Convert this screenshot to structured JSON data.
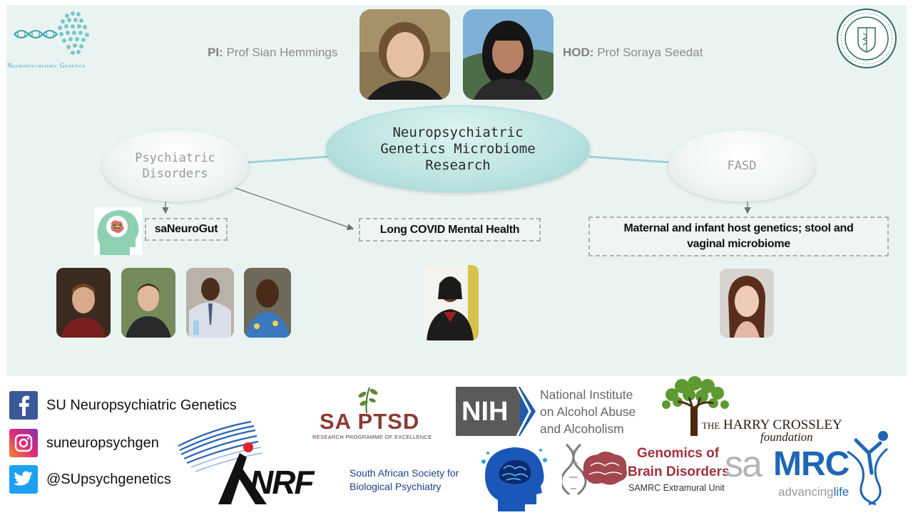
{
  "header": {
    "logo_text": "Neuropsychiatric Genetics",
    "pi_label": "PI:",
    "pi_name": "Prof Sian Hemmings",
    "hod_label": "HOD:",
    "hod_name": "Prof Soraya Seedat"
  },
  "diagram": {
    "center": [
      "Neuropsychiatric",
      "Genetics Microbiome",
      "Research"
    ],
    "left": [
      "Psychiatric",
      "Disorders"
    ],
    "right": "FASD",
    "box_saneurogut": "saNeuroGut",
    "box_long_covid": "Long COVID Mental Health",
    "box_maternal": "Maternal and infant host genetics; stool and vaginal microbiome"
  },
  "social": {
    "facebook": "SU Neuropsychiatric Genetics",
    "instagram": "suneuropsychgen",
    "twitter": "@SUpsychgenetics"
  },
  "sponsors": {
    "sa_ptsd": "SA PTSD",
    "sa_ptsd_sub": "RESEARCH PROGRAMME OF EXCELLENCE",
    "nih_short": "NIH",
    "nih_line1": "National Institute",
    "nih_line2": "on Alcohol Abuse",
    "nih_line3": "and Alcoholism",
    "harry_crossley_1": "the HARRY CROSSLEY",
    "harry_crossley_2": "foundation",
    "nrf": "NRF",
    "sasbp_1": "South African Society for",
    "sasbp_2": "Biological Psychiatry",
    "genomics_1": "Genomics of",
    "genomics_2": "Brain Disorders",
    "genomics_3": "SAMRC Extramural Unit",
    "samrc_sa": "sa",
    "samrc_mrc": "MRC",
    "samrc_tag_1": "advancing",
    "samrc_tag_2": "life"
  },
  "colors": {
    "panel_bg": "#e9f4f2",
    "facebook": "#3b5998",
    "instagram": "#c13584",
    "twitter": "#1da1f2",
    "nih_blue": "#1f5ba8"
  }
}
